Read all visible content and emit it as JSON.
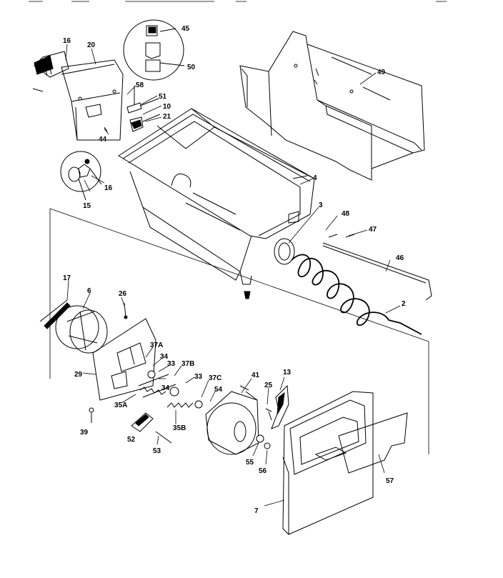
{
  "callouts": {
    "l2": "2",
    "l3": "3",
    "l4": "4",
    "l6": "6",
    "l7": "7",
    "l10": "10",
    "l13": "13",
    "l15": "15",
    "l16a": "16",
    "l16b": "16",
    "l17": "17",
    "l20": "20",
    "l21": "21",
    "l25": "25",
    "l26": "26",
    "l29": "29",
    "l33a": "33",
    "l33b": "33",
    "l34a": "34",
    "l34b": "34",
    "l35a": "35A",
    "l35b": "35B",
    "l37a": "37A",
    "l37b": "37B",
    "l37c": "37C",
    "l39": "39",
    "l41": "41",
    "l44": "44",
    "l45": "45",
    "l46": "46",
    "l47": "47",
    "l48": "48",
    "l49": "49",
    "l50": "50",
    "l51": "51",
    "l52": "52",
    "l53": "53",
    "l54": "54",
    "l55": "55",
    "l56": "56",
    "l57": "57",
    "l58": "58"
  }
}
